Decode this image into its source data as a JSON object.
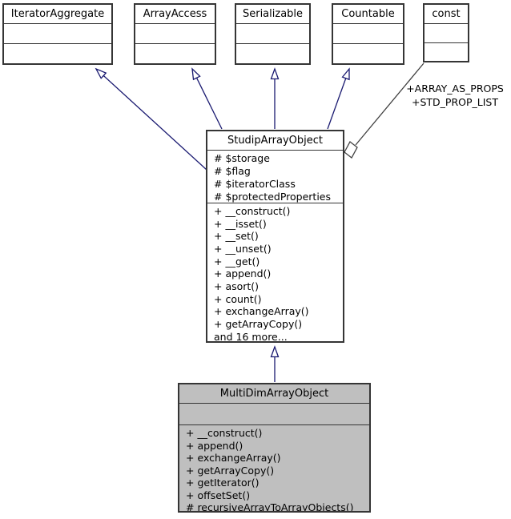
{
  "interfaces": [
    {
      "title": "IteratorAggregate"
    },
    {
      "title": "ArrayAccess"
    },
    {
      "title": "Serializable"
    },
    {
      "title": "Countable"
    },
    {
      "title": "const"
    }
  ],
  "aggregation_label": {
    "line1": "+ARRAY_AS_PROPS",
    "line2": "+STD_PROP_LIST"
  },
  "parent_class": {
    "title": "StudipArrayObject",
    "attributes": [
      "# $storage",
      "# $flag",
      "# $iteratorClass",
      "# $protectedProperties"
    ],
    "methods": [
      "+ __construct()",
      "+ __isset()",
      "+ __set()",
      "+ __unset()",
      "+ __get()",
      "+ append()",
      "+ asort()",
      "+ count()",
      "+ exchangeArray()",
      "+ getArrayCopy()"
    ],
    "more_label": "and 16 more..."
  },
  "child_class": {
    "title": "MultiDimArrayObject",
    "methods": [
      "+ __construct()",
      "+ append()",
      "+ exchangeArray()",
      "+ getArrayCopy()",
      "+ getIterator()",
      "+ offsetSet()",
      "# recursiveArrayToArrayObjects()"
    ]
  },
  "colors": {
    "inheritance_edge": "#191970",
    "aggregation_edge": "#404040",
    "node_border": "#353535",
    "node_fill": "#ffffff",
    "selected_node_fill": "#bfbfbf"
  }
}
